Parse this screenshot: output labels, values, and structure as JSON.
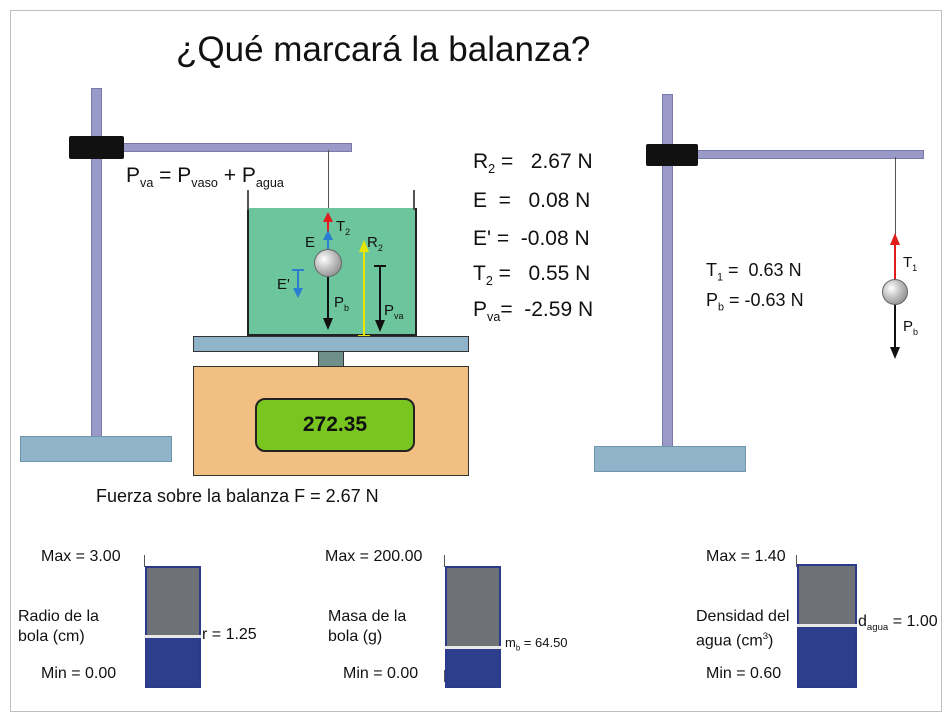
{
  "title": "¿Qué marcará la balanza?",
  "left_stand": {
    "formula": {
      "p": "P",
      "va": "va",
      "eq": " = ",
      "p2": "P",
      "vaso": "vaso",
      "plus": " + ",
      "p3": "P",
      "agua": "agua"
    }
  },
  "beaker": {
    "t2": "T",
    "t2_sub": "2",
    "e": "E",
    "e_prime": "E'",
    "r2": "R",
    "r2_sub": "2",
    "pb": "P",
    "pb_sub": "b",
    "pva": "P",
    "pva_sub": "va"
  },
  "forces": {
    "r2": {
      "label": "R",
      "sub": "2",
      "value": " =   2.67 N"
    },
    "e": {
      "label": "E",
      "value": "  =   0.08 N"
    },
    "e_prime": {
      "label": "E'",
      "value": " =  -0.08 N"
    },
    "t2": {
      "label": "T",
      "sub": "2",
      "value": " =   0.55 N"
    },
    "pva": {
      "label": "P",
      "sub": "va",
      "value": "=  -2.59 N"
    }
  },
  "scale_display": "272.35",
  "force_on_scale": "Fuerza sobre la balanza  F = 2.67 N",
  "right_stand": {
    "t1": {
      "label": "T",
      "sub": "1",
      "value": " =  0.63 N"
    },
    "pb": {
      "label": "P",
      "sub": "b",
      "value": " = -0.63 N"
    },
    "arrow_t1": "T",
    "arrow_t1_sub": "1",
    "arrow_pb": "P",
    "arrow_pb_sub": "b"
  },
  "sliders": [
    {
      "max": "Max = 3.00",
      "min": "Min = 0.00",
      "label_line1": "Radio de la",
      "label_line2": "bola (cm)",
      "value_label": "r = 1.25",
      "fraction": 0.417
    },
    {
      "max": "Max = 200.00",
      "min": "Min = 0.00",
      "label_line1": "Masa de la",
      "label_line2": "bola (g)",
      "value_prefix": "m",
      "value_sub": "b",
      "value_label": " = 64.50",
      "fraction": 0.3225
    },
    {
      "max": "Max = 1.40",
      "min": "Min = 0.60",
      "label_line1": "Densidad del",
      "label_line2": "agua (cm",
      "label_sup": "3",
      "label_close": ")",
      "value_prefix": "d",
      "value_sub": "agua",
      "value_label": " = 1.00",
      "fraction": 0.5
    }
  ],
  "colors": {
    "water": "#6cc59c",
    "scale_body": "#f2bf82",
    "display": "#7ac620",
    "arrow_red": "#e01c1c",
    "arrow_blue": "#2a7dd0",
    "arrow_yellow": "#e6e600",
    "slider_blue": "#2d3e8c",
    "slider_gray": "#6e7276"
  }
}
